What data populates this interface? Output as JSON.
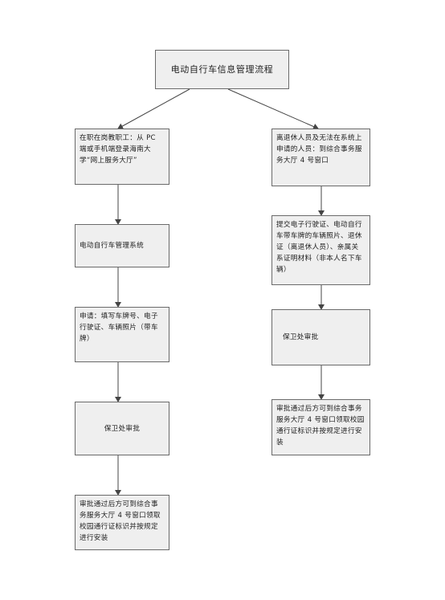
{
  "diagram": {
    "title": "电动自行车信息管理流程",
    "left": {
      "step1": "在职在岗教职工：从 PC 端或手机端登录海南大学“网上服务大厅”",
      "step2": "电动自行车管理系统",
      "step3": "申请：填写车牌号、电子行驶证、车辆照片（带车牌）",
      "step4": "保卫处审批",
      "step5": "审批通过后方可到综合事务服务大厅 4 号窗口领取校园通行证标识并按规定进行安装"
    },
    "right": {
      "step1": "离退休人员及无法在系统上申请的人员：到综合事务服务大厅 4 号窗口",
      "step2": "提交电子行驶证、电动自行车带车牌的车辆照片、退休证（离退休人员）、亲属关系证明材料（非本人名下车辆）",
      "step3": "保卫处审批",
      "step4": "审批通过后方可到综合事务服务大厅 4 号窗口领取校园通行证标识并按规定进行安装"
    }
  },
  "colors": {
    "box_fill": "#efefef",
    "box_border": "#6a6a6a",
    "arrow": "#444444"
  }
}
